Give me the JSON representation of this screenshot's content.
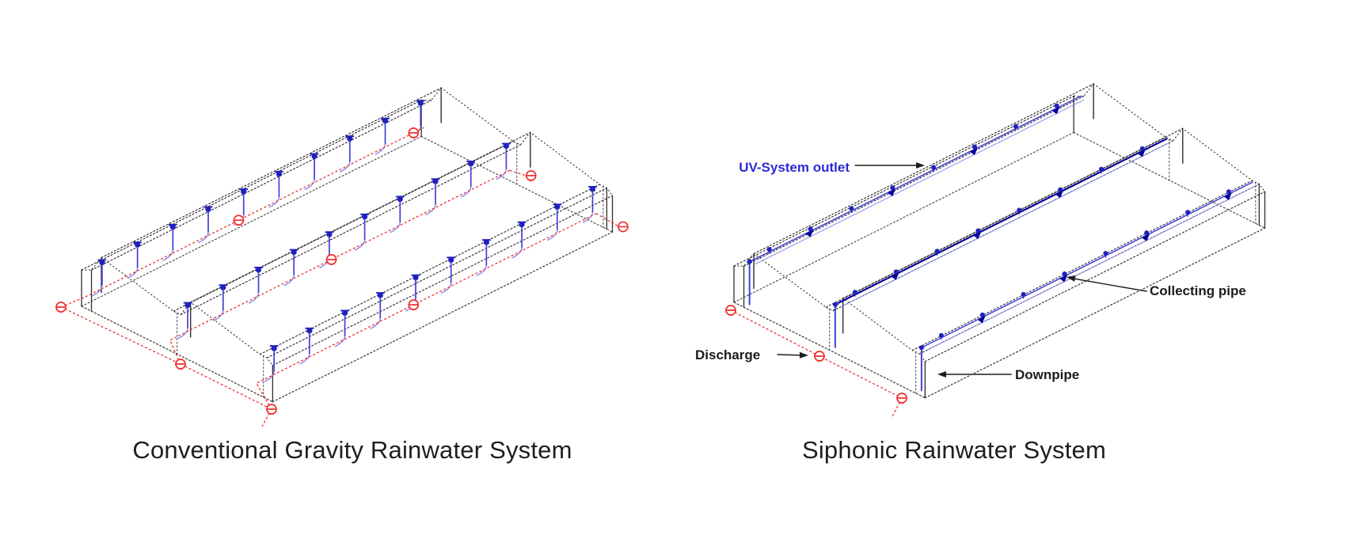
{
  "page": {
    "background": "#ffffff"
  },
  "left_panel": {
    "caption": "Conventional Gravity Rainwater System",
    "system_type": "conventional",
    "gutter_rows": 3,
    "downpipes_per_gutter": 10,
    "discharge_points": 3
  },
  "right_panel": {
    "caption": "Siphonic Rainwater System",
    "system_type": "siphonic",
    "gutter_rows": 3,
    "outlets_per_pipe": 8,
    "discharge_points": 3,
    "labels": {
      "uv_outlet": "UV-System outlet",
      "collecting_pipe": "Collecting pipe",
      "discharge": "Discharge",
      "downpipe": "Downpipe"
    }
  },
  "colors": {
    "line": "#2e2e2e",
    "blue": "#4040d8",
    "blue_dark": "#000099",
    "blue_dot": "#2020bf",
    "blue_light": "#8080e8",
    "red": "#ee3030",
    "label_blue": "#2b2bd6",
    "label_black": "#1c1c1c",
    "caption": "#1e1e1e"
  }
}
